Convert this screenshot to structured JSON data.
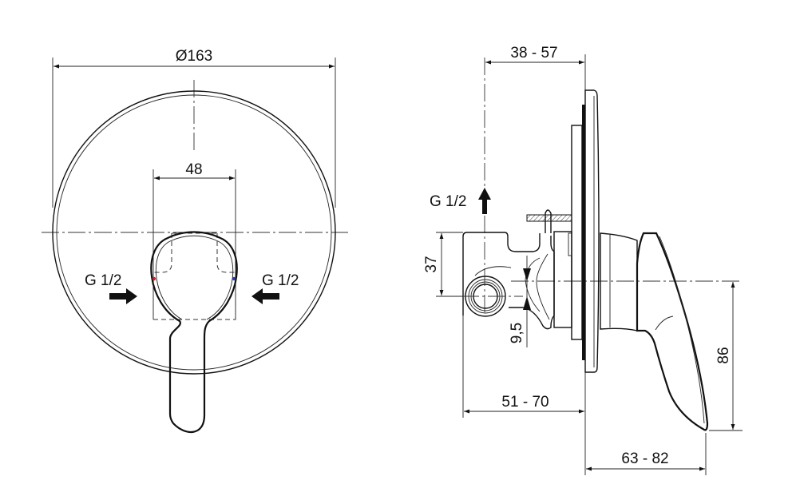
{
  "drawing": {
    "type": "technical dimension drawing",
    "subject": "concealed single-lever shower mixer",
    "views": [
      "front",
      "side"
    ]
  },
  "front_view": {
    "dimensions": {
      "rosette_diameter": "Ø163",
      "body_width": "48"
    },
    "inlets": {
      "left_label": "G 1/2",
      "right_label": "G 1/2"
    },
    "markers": {
      "hot_color": "#d0202a",
      "cold_color": "#2a3aa8"
    }
  },
  "side_view": {
    "outlet_label": "G 1/2",
    "dimensions": {
      "wall_depth": "38 - 57",
      "inlet_height": "37",
      "offset": "9,5",
      "body_depth": "51 - 70",
      "projection": "63 - 82",
      "lever_height": "86"
    }
  }
}
